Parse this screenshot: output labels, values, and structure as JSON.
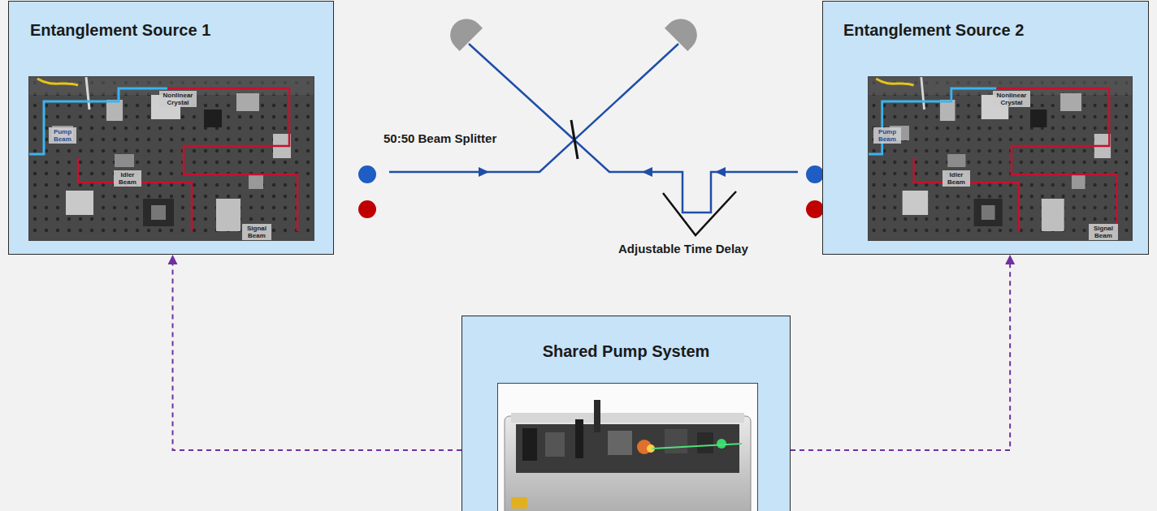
{
  "diagram": {
    "nodes": [
      {
        "text": [
          "Entanglement Source 1"
        ]
      },
      {
        "text": [
          "Entanglement Source 2"
        ]
      },
      {
        "text": [
          "Shared Pump System"
        ]
      }
    ],
    "edges": [
      {
        "from": 2,
        "to": 0,
        "arrow": "to"
      },
      {
        "from": 2,
        "to": 1,
        "arrow": "to"
      }
    ],
    "labels": [
      "50:50 Beam Splitter",
      "Adjustable Time Delay",
      "Pump Beam",
      "Nonlinear Crystal",
      "Idler Beam",
      "Signal Beam",
      "Pump Beam",
      "Nonlinear Crystal",
      "Idler Beam",
      "Signal Beam"
    ]
  }
}
